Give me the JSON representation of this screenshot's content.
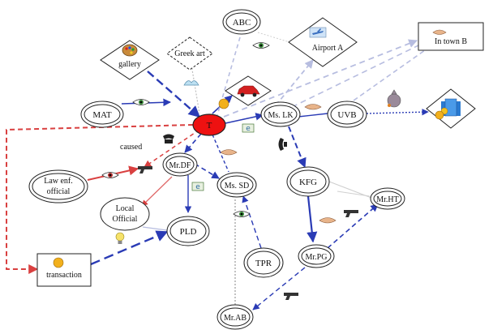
{
  "nodes": {
    "abc": "ABC",
    "greek_art": "Greek art",
    "airport_a": "Airport A",
    "in_town_b": "In town B",
    "gallery": "gallery",
    "mat": "MAT",
    "t": "T",
    "ms_lk": "Ms. LK",
    "uvb": "UVB",
    "mr_df": "Mr.DF",
    "ms_sd": "Ms. SD",
    "kfg": "KFG",
    "mr_ht": "Mr.HT",
    "law_enf_line1": "Law enf.",
    "law_enf_line2": "official",
    "local_line1": "Local",
    "local_line2": "Official",
    "pld": "PLD",
    "tpr": "TPR",
    "mr_pg": "Mr.PG",
    "mr_ab": "Mr.AB",
    "transaction": "transaction"
  },
  "edge_labels": {
    "caused": "caused"
  },
  "colors": {
    "t_node": "#ee1111",
    "blue_dash": "#2a3bb5",
    "light_dash": "#b7bde0",
    "red_dash": "#d94040",
    "gray_dot": "#9a9a9a"
  },
  "icons": [
    "eye-icon",
    "palette-icon",
    "airplane-icon",
    "handshake-icon",
    "car-icon",
    "coin-icon",
    "telephone-icon",
    "gun-icon",
    "lightbulb-icon",
    "hat-icon",
    "money-bag-icon",
    "building-icon",
    "envelope-icon"
  ]
}
